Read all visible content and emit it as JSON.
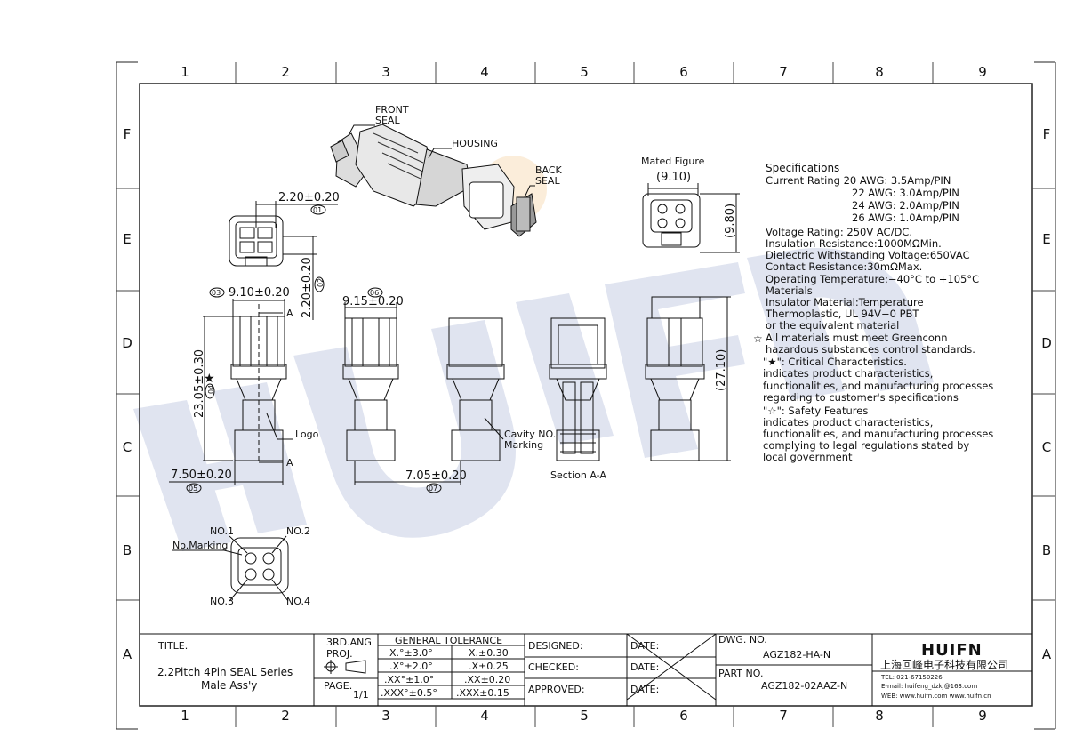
{
  "grid": {
    "cols": [
      "1",
      "2",
      "3",
      "4",
      "5",
      "6",
      "7",
      "8",
      "9"
    ],
    "rows": [
      "F",
      "E",
      "D",
      "C",
      "B",
      "A"
    ]
  },
  "watermark": "HUIFN",
  "labels": {
    "front_seal": [
      "FRONT",
      "SEAL"
    ],
    "housing": "HOUSING",
    "back_seal": [
      "BACK",
      "SEAL"
    ],
    "mated_figure": "Mated Figure",
    "logo": "Logo",
    "cavity": [
      "Cavity NO.",
      "Marking"
    ],
    "section": "Section A-A",
    "section_mark": "A",
    "no_marking": "No.Marking",
    "no1": "NO.1",
    "no2": "NO.2",
    "no3": "NO.3",
    "no4": "NO.4"
  },
  "dims": {
    "d220h": "2.20±0.20",
    "b01": "01",
    "d220v": "2.20±0.20",
    "b02": "02",
    "d910": "9.10±0.20",
    "b03": "03",
    "d2305": "23.05±0.30",
    "b04": "04",
    "d750": "7.50±0.20",
    "b05": "05",
    "d915": "9.15±0.20",
    "b06": "06",
    "d705": "7.05±0.20",
    "b07": "07",
    "mated_w": "(9.10)",
    "mated_h": "(9.80)",
    "side_h": "(27.10)"
  },
  "specs": {
    "title": "Specifications",
    "lines": [
      "Current Rating 20 AWG: 3.5Amp/PIN",
      "22 AWG: 3.0Amp/PIN",
      "24 AWG: 2.0Amp/PIN",
      "26 AWG: 1.0Amp/PIN",
      "Voltage Rating: 250V AC/DC.",
      "Insulation Resistance:1000MΩMin.",
      "Dielectric Withstanding Voltage:650VAC",
      "Contact Resistance:30mΩMax.",
      "Operating Temperature:−40°C to +105°C",
      "Materials",
      "Insulator Material:Temperature",
      "Thermoplastic, UL 94V−0 PBT",
      "or the equivalent material",
      "All materials must meet Greenconn",
      "hazardous substances control standards.",
      "\"★\": Critical Characteristics.",
      "indicates product characteristics,",
      "functionalities, and manufacturing processes",
      "regarding to customer's specifications",
      "\"☆\": Safety Features",
      "indicates product characteristics,",
      "functionalities, and manufacturing processes",
      "complying to legal regulations stated by",
      "local government"
    ]
  },
  "title_block": {
    "title_label": "TITLE.",
    "title_line1": "2.2Pitch 4Pin SEAL Series",
    "title_line2": "Male Ass'y",
    "proj": [
      "3RD.ANG",
      "PROJ."
    ],
    "page_label": "PAGE.",
    "page_value": "1/1",
    "tol_header": "GENERAL TOLERANCE",
    "tol": [
      [
        "X.°±3.0°",
        "X.±0.30"
      ],
      [
        ".X°±2.0°",
        ".X±0.25"
      ],
      [
        ".XX°±1.0°",
        ".XX±0.20"
      ],
      [
        ".XXX°±0.5°",
        ".XXX±0.15"
      ]
    ],
    "designed": "DESIGNED:",
    "checked": "CHECKED:",
    "approved": "APPROVED:",
    "date": "DATE:",
    "dwg_label": "DWG. NO.",
    "dwg_no": "AGZ182-HA-N",
    "part_label": "PART NO.",
    "part_no": "AGZ182-02AAZ-N",
    "company_logo": "HUIFN",
    "company_cn": "上海回峰电子科技有限公司",
    "tel": "TEL: 021-67150226",
    "email": "E-mail: huifeng_dzkj@163.com",
    "web": "WEB: www.huifn.com  www.huifn.cn"
  },
  "colors": {
    "line": "#111111",
    "watermark": "#c9cfe3"
  }
}
